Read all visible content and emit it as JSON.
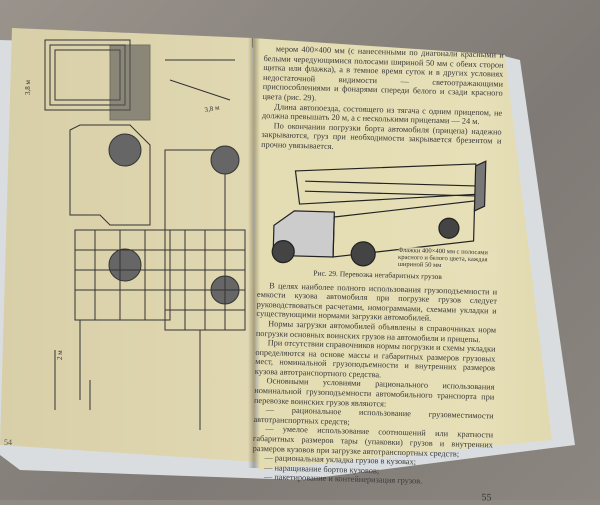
{
  "right_page": {
    "top_paragraphs": [
      "мером 400×400 мм (с нанесенными по диагонали красными и белыми чередующимися полосами шириной 50 мм с обеих сторон щитка или флажка), а в темное время суток и в других условиях недостаточной видимости — светоотражающими приспособлениями и фонарями спереди белого и сзади красного цвета (рис. 29).",
      "Длина автопоезда, состоящего из тягача с одним прицепом, не должна превышать 20 м, а с несколькими прицепами — 24 м.",
      "По окончании погрузки борта автомобиля (прицепа) надежно закрываются, груз при необходимости закрывается брезентом и прочно увязывается."
    ],
    "figure_callout": "Флажки 400×400 мм с полосами красного и белого цвета, каждая шириной 50 мм",
    "figure_caption": "Рис. 29. Перевозка негабаритных грузов",
    "body_paragraphs": [
      "В целях наиболее полного использования грузоподъемности и емкости кузова автомобиля при погрузке грузов следует руководствоваться расчетами, номограммами, схемами укладки и существующими нормами загрузки автомобилей.",
      "Нормы загрузки автомобилей объявлены в справочниках норм погрузки основных воинских грузов на автомобили и прицепы.",
      "При отсутствии справочников нормы погрузки и схемы укладки определяются на основе массы и габаритных размеров грузовых мест, номинальной грузоподъемности и внутренних размеров кузова автотранспортного средства.",
      "Основными условиями рационального использования номинальной грузоподъемности автомобильного транспорта при перевозке воинских грузов являются:"
    ],
    "list_items": [
      "— рациональное использование грузовместимости автотранспортных средств;",
      "— умелое использование соотношений или кратности габаритных размеров тары (упаковки) грузов и внутренних размеров кузовов при загрузке автотранспортных средств;",
      "— рациональная укладка грузов в кузовах;",
      "— наращивание бортов кузовов;",
      "— пакетирование и контейнеризация грузов."
    ],
    "page_number": "55"
  },
  "left_page": {
    "dimension_labels": [
      "3,8 м",
      "3,8 м",
      "2 м"
    ],
    "page_number": "54"
  }
}
